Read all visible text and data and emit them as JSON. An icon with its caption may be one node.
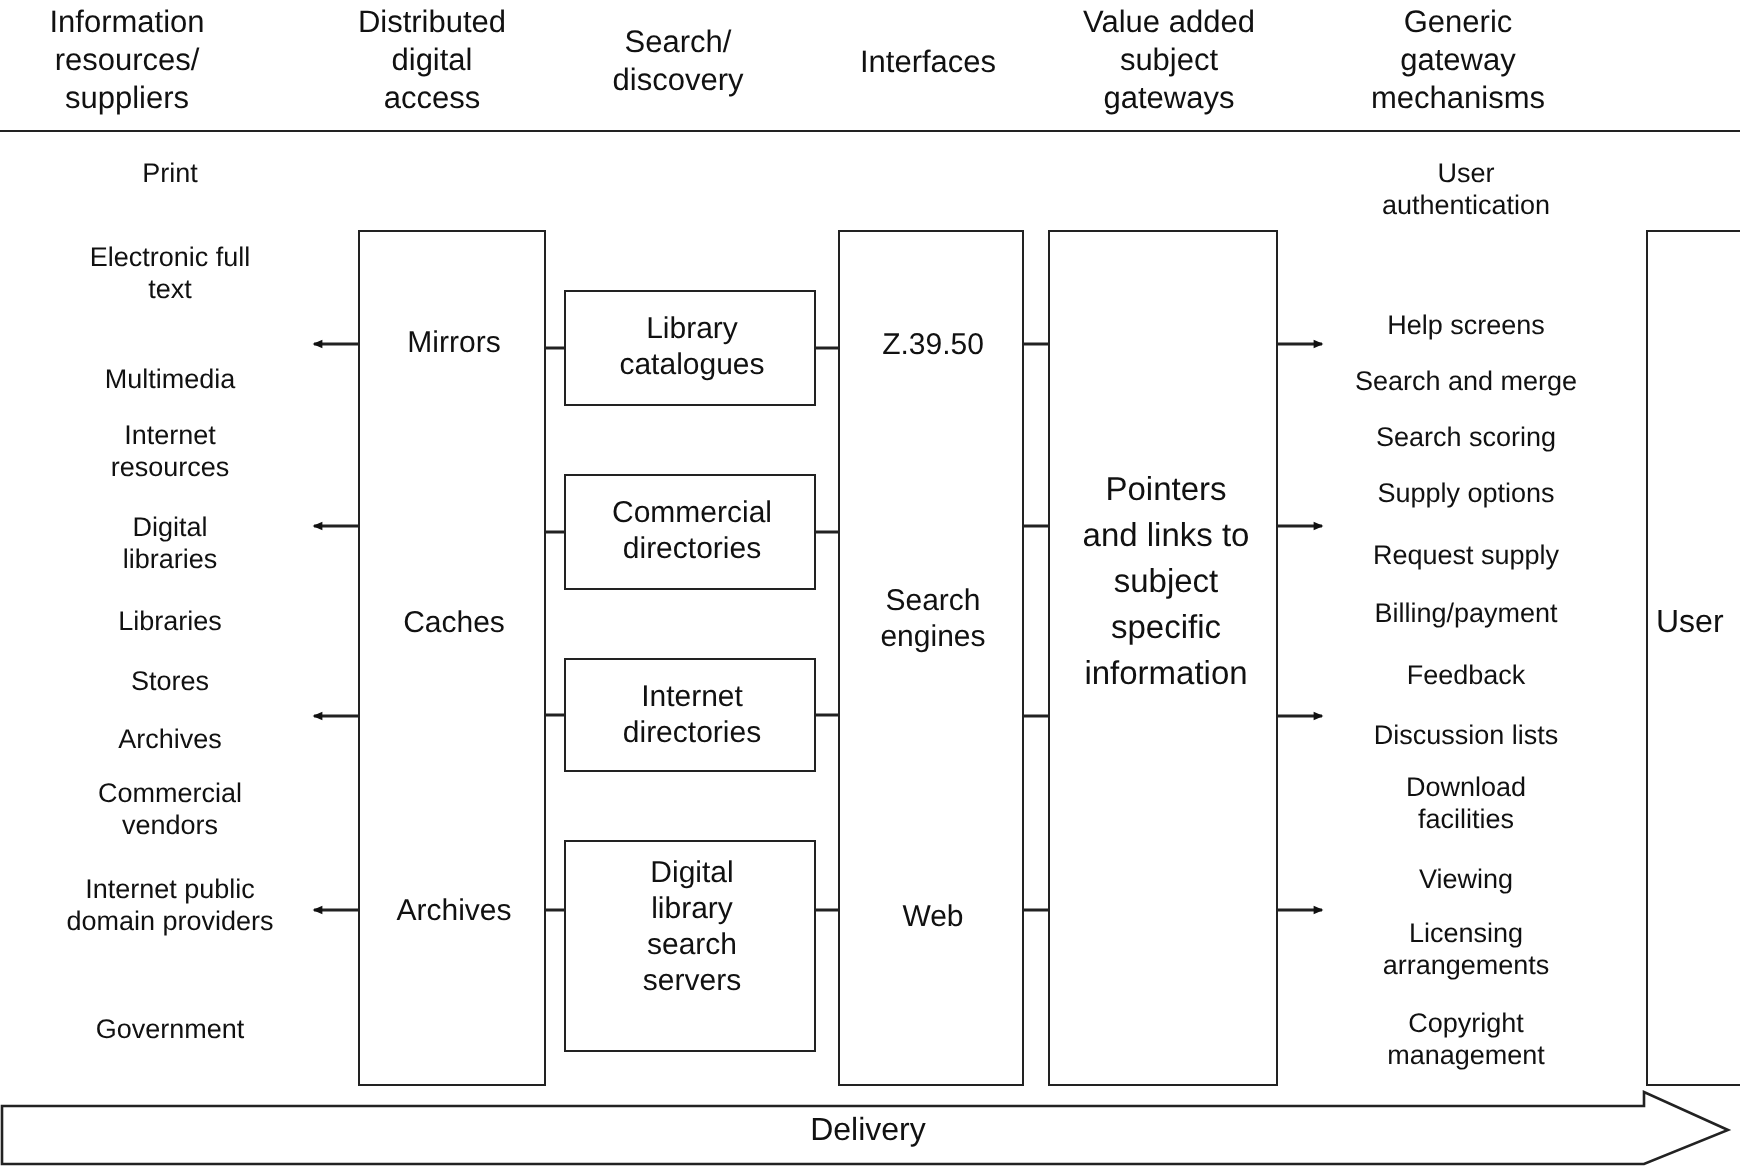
{
  "diagram": {
    "nodes": [
      {
        "text": [
          "Information resources/ suppliers",
          "Distributed digital access",
          "Search/ discovery",
          "Interfaces",
          "Value added subject gateways",
          "Generic gateway mechanisms"
        ]
      },
      {
        "text": [
          "Mirrors",
          "Caches",
          "Archives"
        ]
      },
      {
        "text": [
          "Library catalogues"
        ]
      },
      {
        "text": [
          "Commercial directories"
        ]
      },
      {
        "text": [
          "Internet directories"
        ]
      },
      {
        "text": [
          "Digital library search servers"
        ]
      },
      {
        "text": [
          "Z.39.50",
          "Search engines",
          "Web"
        ]
      },
      {
        "text": [
          "Pointers and links to subject specific information"
        ]
      },
      {
        "text": [
          "User"
        ]
      },
      {
        "text": [
          "Delivery"
        ]
      }
    ],
    "edges": [
      {
        "from": 1,
        "to": 2,
        "arrow": "none"
      },
      {
        "from": 1,
        "to": 3,
        "arrow": "none"
      },
      {
        "from": 1,
        "to": 4,
        "arrow": "none"
      },
      {
        "from": 1,
        "to": 5,
        "arrow": "none"
      },
      {
        "from": 2,
        "to": 6,
        "arrow": "none"
      },
      {
        "from": 3,
        "to": 6,
        "arrow": "none"
      },
      {
        "from": 4,
        "to": 6,
        "arrow": "none"
      },
      {
        "from": 5,
        "to": 6,
        "arrow": "none"
      },
      {
        "from": 6,
        "to": 7,
        "arrow": "none"
      },
      {
        "from": 6,
        "to": 7,
        "arrow": "none"
      },
      {
        "from": 6,
        "to": 7,
        "arrow": "none"
      },
      {
        "from": 6,
        "to": 7,
        "arrow": "none"
      },
      {
        "from": 1,
        "to": null,
        "arrow": "to"
      },
      {
        "from": 1,
        "to": null,
        "arrow": "to"
      },
      {
        "from": 1,
        "to": null,
        "arrow": "to"
      },
      {
        "from": 1,
        "to": null,
        "arrow": "to"
      },
      {
        "from": 7,
        "to": null,
        "arrow": "to"
      },
      {
        "from": 7,
        "to": null,
        "arrow": "to"
      },
      {
        "from": 7,
        "to": null,
        "arrow": "to"
      },
      {
        "from": 7,
        "to": null,
        "arrow": "to"
      }
    ],
    "labels": [
      "Print",
      "Electronic full text",
      "Multimedia",
      "Internet resources",
      "Digital libraries",
      "Libraries",
      "Stores",
      "Archives",
      "Commercial vendors",
      "Internet public domain providers",
      "Government",
      "User authentication",
      "Help screens",
      "Search and merge",
      "Search scoring",
      "Supply options",
      "Request supply",
      "Billing/payment",
      "Feedback",
      "Discussion lists",
      "Download facilities",
      "Viewing",
      "Licensing arrangements",
      "Copyright management"
    ]
  }
}
